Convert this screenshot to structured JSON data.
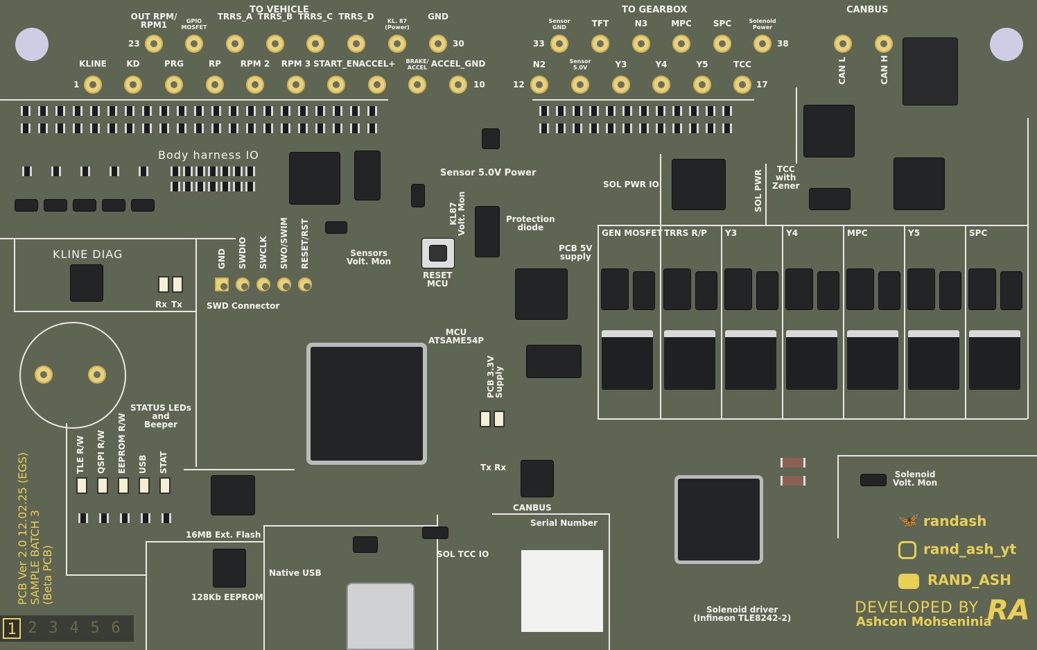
{
  "header": {
    "to_vehicle": "TO VEHICLE",
    "to_gearbox": "TO GEARBOX",
    "canbus": "CANBUS"
  },
  "top_row_labels": [
    "OUT RPM/\nRPM1",
    "GPIO\nMOSFET",
    "TRRS_A",
    "TRRS_B",
    "TRRS_C",
    "TRRS_D",
    "KL. 87\n(Power)",
    "GND"
  ],
  "top_row_nums": {
    "left": "23",
    "right": "30"
  },
  "bottom_row_labels": [
    "KLINE",
    "KD",
    "PRG",
    "RP",
    "RPM 2",
    "RPM 3",
    "START_EN",
    "ACCEL+",
    "BRAKE/\nACCEL",
    "ACCEL_GND"
  ],
  "bottom_row_nums": {
    "left": "1",
    "right": "10"
  },
  "gearbox_top_labels": [
    "Sensor\nGND",
    "TFT",
    "N3",
    "MPC",
    "SPC",
    "Solenoid\nPower"
  ],
  "gearbox_top_nums": {
    "left": "33",
    "right": "38"
  },
  "gearbox_bottom_labels": [
    "N2",
    "Sensor\n5.0V",
    "Y3",
    "Y4",
    "Y5",
    "TCC"
  ],
  "gearbox_bottom_nums": {
    "left": "12",
    "right": "17"
  },
  "can_labels": [
    "CAN L",
    "CAN H"
  ],
  "sections": {
    "body_harness": "Body harness IO",
    "sensor_power": "Sensor 5.0V Power",
    "kl87_mon": "KL87\nVolt. Mon",
    "protection_diode": "Protection\ndiode",
    "sol_pwr_io": "SOL PWR IO",
    "sol_pwr": "SOL PWR",
    "tcc_zener": "TCC\nwith\nZener",
    "kline_diag": "KLINE DIAG",
    "rx": "Rx",
    "tx": "Tx",
    "sensors_mon": "Sensors\nVolt. Mon",
    "reset_mcu": "RESET\nMCU",
    "pcb_5v": "PCB 5V\nsupply",
    "swd_connector": "SWD Connector",
    "mcu": "MCU\nATSAME54P",
    "pcb_33v": "PCB 3.3V\nSupply",
    "status_leds": "STATUS LEDs\nand\nBeeper",
    "tx_rx": "Tx Rx",
    "canbus_ic": "CANBUS",
    "flash": "16MB Ext. Flash",
    "eeprom": "128Kb EEPROM",
    "native_usb": "Native USB",
    "sol_tcc_io": "SOL TCC IO",
    "serial_number": "Serial Number",
    "solenoid_mon": "Solenoid\nVolt. Mon",
    "solenoid_driver": "Solenoid driver\n(Infineon TLE8242-2)"
  },
  "swd_pins": [
    "GND",
    "SWDIO",
    "SWCLK",
    "SWO/SWIM",
    "RESET/RST"
  ],
  "status_led_labels": [
    "TLE R/W",
    "QSPI R/W",
    "EEPROM R/W",
    "USB",
    "STAT"
  ],
  "mosfet_channels": [
    "GEN MOSFET",
    "TRRS R/P",
    "Y3",
    "Y4",
    "MPC",
    "Y5",
    "SPC"
  ],
  "version_text": [
    "PCB Ver 2.0 12.02.25 (EGS)",
    "SAMPLE BATCH 3",
    "(Beta PCB)"
  ],
  "branding": {
    "bluesky": "randash",
    "instagram": "rand_ash_yt",
    "youtube": "RAND_ASH",
    "developed_by": "DEVELOPED BY",
    "author": "Ashcon Mohseninia",
    "logo": "RA"
  },
  "workspace_tabs": [
    "1",
    "2",
    "3",
    "4",
    "5",
    "6"
  ],
  "colors": {
    "board": "#5f6553",
    "silk": "#f2f2ee",
    "pad": "#e9d17a",
    "brand": "#e8cf56"
  }
}
